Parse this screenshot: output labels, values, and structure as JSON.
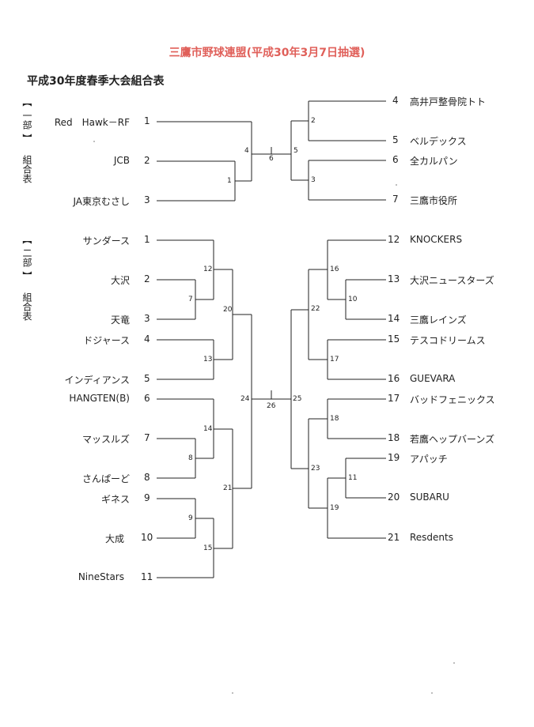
{
  "title": "三鷹市野球連盟(平成30年3月7日抽選)",
  "subtitle": "平成30年度春季大会組合表",
  "section1": {
    "bracket_open": "【",
    "division": "一部",
    "bracket_close": "】",
    "label": "組合表"
  },
  "section2": {
    "bracket_open": "【",
    "division": "二部",
    "bracket_close": "】",
    "label": "組合表"
  },
  "division1": {
    "left_teams": [
      {
        "no": "1",
        "name": "Red　Hawk－RF"
      },
      {
        "no": "2",
        "name": "JCB"
      },
      {
        "no": "3",
        "name": "JA東京むさし"
      }
    ],
    "right_teams": [
      {
        "no": "4",
        "name": "高井戸整骨院トト"
      },
      {
        "no": "5",
        "name": "ベルデックス"
      },
      {
        "no": "6",
        "name": "全カルパン"
      },
      {
        "no": "7",
        "name": "三鷹市役所"
      }
    ],
    "match_numbers": {
      "m1": "1",
      "m2": "2",
      "m3": "3",
      "m4": "4",
      "m5": "5",
      "m6": "6"
    }
  },
  "division2": {
    "left_teams": [
      {
        "no": "1",
        "name": "サンダース"
      },
      {
        "no": "2",
        "name": "大沢"
      },
      {
        "no": "3",
        "name": "天竜"
      },
      {
        "no": "4",
        "name": "ドジャース"
      },
      {
        "no": "5",
        "name": "インディアンス"
      },
      {
        "no": "6",
        "name": "HANGTEN(B)"
      },
      {
        "no": "7",
        "name": "マッスルズ"
      },
      {
        "no": "8",
        "name": "さんぱーど"
      },
      {
        "no": "9",
        "name": "ギネス"
      },
      {
        "no": "10",
        "name": "大成"
      },
      {
        "no": "11",
        "name": "NineStars"
      }
    ],
    "right_teams": [
      {
        "no": "12",
        "name": "KNOCKERS"
      },
      {
        "no": "13",
        "name": "大沢ニュースターズ"
      },
      {
        "no": "14",
        "name": "三鷹レインズ"
      },
      {
        "no": "15",
        "name": "テスコドリームス"
      },
      {
        "no": "16",
        "name": "GUEVARA"
      },
      {
        "no": "17",
        "name": "バッドフェニックス"
      },
      {
        "no": "18",
        "name": "若鷹ヘップバーンズ"
      },
      {
        "no": "19",
        "name": "アパッチ"
      },
      {
        "no": "20",
        "name": "SUBARU"
      },
      {
        "no": "21",
        "name": "Resdents"
      }
    ],
    "match_numbers": {
      "m7": "7",
      "m8": "8",
      "m9": "9",
      "m10": "10",
      "m11": "11",
      "m12": "12",
      "m13": "13",
      "m14": "14",
      "m15": "15",
      "m16": "16",
      "m17": "17",
      "m18": "18",
      "m19": "19",
      "m20": "20",
      "m21": "21",
      "m22": "22",
      "m23": "23",
      "m24": "24",
      "m25": "25",
      "m26": "26"
    }
  }
}
